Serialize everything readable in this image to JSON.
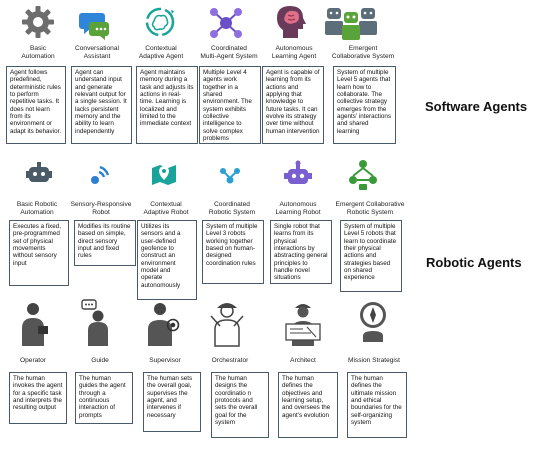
{
  "software": {
    "title": "Software Agents",
    "items": [
      {
        "label": "Basic\nAutomation",
        "desc": "Agent follows predefined, deterministic rules to perform repetitive tasks. It does not learn from its environment or adapt its behavior."
      },
      {
        "label": "Conversational\nAssistant",
        "desc": "Agent can understand input and generate relevant output for a single session. It lacks persistent memory and the ability to learn independently"
      },
      {
        "label": "Contextual\nAdaptive Agent",
        "desc": "Agent maintains memory during a task and adjusts its actions in real-time. Learning is localized and limited to the immediate context"
      },
      {
        "label": "Coordinated\nMulti-Agent System",
        "desc": "Multiple Level 4 agents work together in a shared environment. The system exhibits collective intelligence to solve complex problems"
      },
      {
        "label": "Autonomous\nLearning Agent",
        "desc": "Agent is capable of learning from its actions and applying that knowledge to future tasks. It can evolve its strategy over time without human intervention"
      },
      {
        "label": "Emergent\nCollaborative System",
        "desc": "System of multiple Level 5 agents that learn how to collaborate. The collective strategy emerges from the agents' interactions and shared learning"
      }
    ]
  },
  "robotic": {
    "title": "Robotic Agents",
    "items": [
      {
        "label": "Basic Robotic\nAutomation",
        "desc": "Executes a fixed, pre-programmed set of physical movements without sensory input"
      },
      {
        "label": "Sensory-Responsive\nRobot",
        "desc": "Modifies its routine based on simple, direct sensory input and fixed rules"
      },
      {
        "label": "Contextual\nAdaptive Robot",
        "desc": "Utilizes its sensors and a user-defined geofence to construct an environment model and operate autonomously"
      },
      {
        "label": "Coordinated\nRobotic System",
        "desc": "System of multiple Level 3 robots working together based on human-designed coordination rules"
      },
      {
        "label": "Autonomous\nLearning Robot",
        "desc": "Single robot that learns from its physical interactions by abstracting general principles to handle novel situations"
      },
      {
        "label": "Emergent Collaborative\nRobotic System",
        "desc": "System of multiple Level 5 robots that learn to coordinate their physical actions and strategies based on shared experience"
      }
    ]
  },
  "human": {
    "items": [
      {
        "label": "Operator",
        "desc": "The human invokes the agent for a specific task and interprets the resulting output"
      },
      {
        "label": "Guide",
        "desc": "The human guides the agent through a continuous interaction of prompts"
      },
      {
        "label": "Supervisor",
        "desc": "The human sets the overall goal, supervises the agent, and intervenes if necessary"
      },
      {
        "label": "Orchestrator",
        "desc": "The human designs the coordinatio n protocols and sets the overall goal for the system"
      },
      {
        "label": "Architect",
        "desc": "The human defines the objectives and learning setup, and oversees the agent's evolution"
      },
      {
        "label": "Mission Strategist",
        "desc": "The human defines the ultimate mission and ethical boundaries for the self-organizing system"
      }
    ]
  },
  "colors": {
    "gear": "#7a7a7a",
    "blue": "#2b7fd4",
    "teal": "#1aa398",
    "purple": "#6b4fc8",
    "green": "#5aa33a",
    "dark": "#333333"
  }
}
